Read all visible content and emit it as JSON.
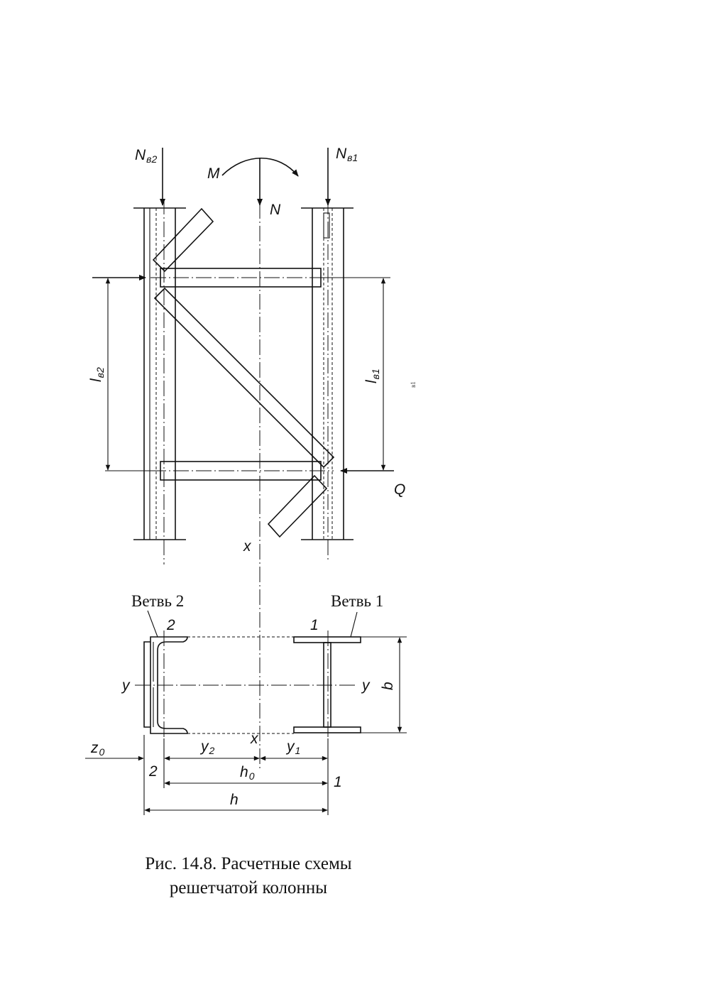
{
  "labels": {
    "n_v2": "N",
    "n_v2_sub": "в2",
    "n_v1": "N",
    "n_v1_sub": "в1",
    "moment": "M",
    "n_axial": "N",
    "l_v2": "l",
    "l_v2_sub": "в2",
    "l_v1": "l",
    "l_v1_sub": "в1",
    "shear": "Q",
    "axis_x_top": "x",
    "axis_x_bottom": "x",
    "axis_y_left": "y",
    "axis_y_right": "y",
    "branch2": "Ветвь 2",
    "branch1": "Ветвь 1",
    "mark2_top": "2",
    "mark1_top": "1",
    "mark2_bottom": "2",
    "mark1_bottom": "1",
    "b": "b",
    "z0": "z",
    "z0_sub": "0",
    "y2": "y",
    "y2_sub": "2",
    "y1": "y",
    "y1_sub": "1",
    "h0": "h",
    "h0_sub": "0",
    "h": "h",
    "stray_mark": "в1"
  },
  "caption": {
    "line1": "Рис. 14.8. Расчетные схемы",
    "line2": "решетчатой колонны"
  }
}
